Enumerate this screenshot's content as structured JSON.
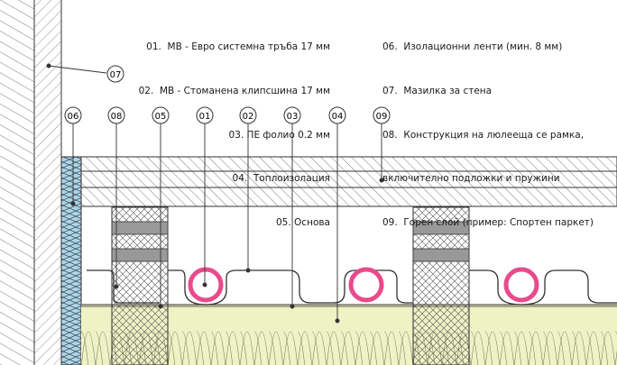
{
  "legend_left": [
    "01.  МВ - Евро системна тръба 17 мм",
    "02.  МВ - Стоманена клипсшина 17 мм",
    "03. ПЕ фолио 0.2 мм",
    "04.  Топлоизолация",
    "05. Основа"
  ],
  "legend_right": [
    "06.  Изолационни ленти (мин. 8 мм)",
    "07.  Мазилка за стена",
    "08.  Конструкция на люлееща се рамка,",
    "включително подложки и пружини",
    "09.  Горен слой (пример: Спортен паркет)"
  ],
  "callouts": {
    "c07": "07",
    "c06": "06",
    "c08": "08",
    "c05": "05",
    "c01": "01",
    "c02": "02",
    "c03": "03",
    "c04": "04",
    "c09": "09"
  },
  "colors": {
    "pipe": "#e84a8c",
    "insulation": "#eef2c4",
    "strip": "#a9d6ea",
    "line": "#222222"
  }
}
